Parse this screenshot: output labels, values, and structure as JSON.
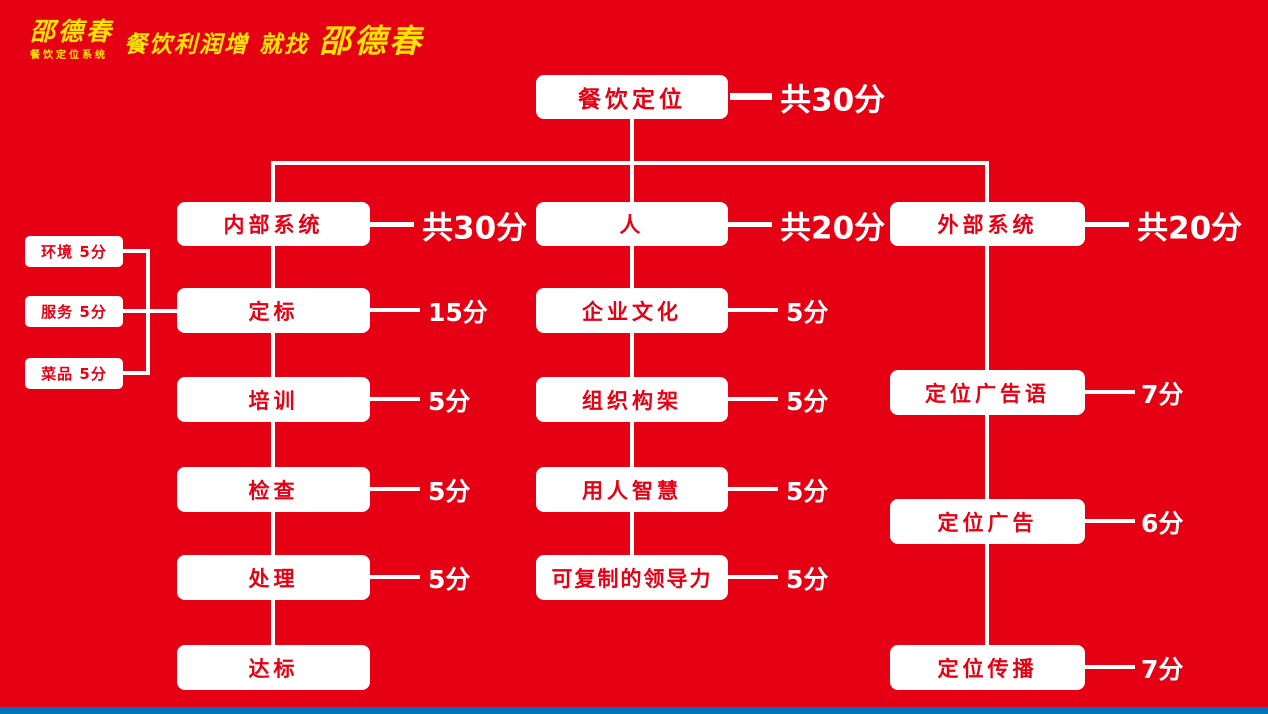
{
  "colors": {
    "background": "#e60014",
    "box_bg": "#ffffff",
    "box_text": "#e60014",
    "line": "#ffffff",
    "score_text": "#ffffff",
    "logo_yellow": "#ffe400",
    "footer_strip": "#0074bd"
  },
  "logo": {
    "name": "邵德春",
    "subtitle": "餐饮定位系统",
    "slogan_part1": "餐饮利润增",
    "slogan_part2": "就找",
    "slogan_part3": "邵德春"
  },
  "root": {
    "label": "餐饮定位",
    "score": "共30分"
  },
  "branches": [
    {
      "label": "内部系统",
      "score": "共30分",
      "children": [
        {
          "label": "定标",
          "score": "15分"
        },
        {
          "label": "培训",
          "score": "5分"
        },
        {
          "label": "检查",
          "score": "5分"
        },
        {
          "label": "处理",
          "score": "5分"
        },
        {
          "label": "达标",
          "score": ""
        }
      ],
      "side_items": [
        {
          "label": "环境 5分"
        },
        {
          "label": "服务 5分"
        },
        {
          "label": "菜品 5分"
        }
      ]
    },
    {
      "label": "人",
      "score": "共20分",
      "children": [
        {
          "label": "企业文化",
          "score": "5分"
        },
        {
          "label": "组织构架",
          "score": "5分"
        },
        {
          "label": "用人智慧",
          "score": "5分"
        },
        {
          "label": "可复制的领导力",
          "score": "5分"
        }
      ]
    },
    {
      "label": "外部系统",
      "score": "共20分",
      "children": [
        {
          "label": "定位广告语",
          "score": "7分"
        },
        {
          "label": "定位广告",
          "score": "6分"
        },
        {
          "label": "定位传播",
          "score": "7分"
        }
      ]
    }
  ]
}
